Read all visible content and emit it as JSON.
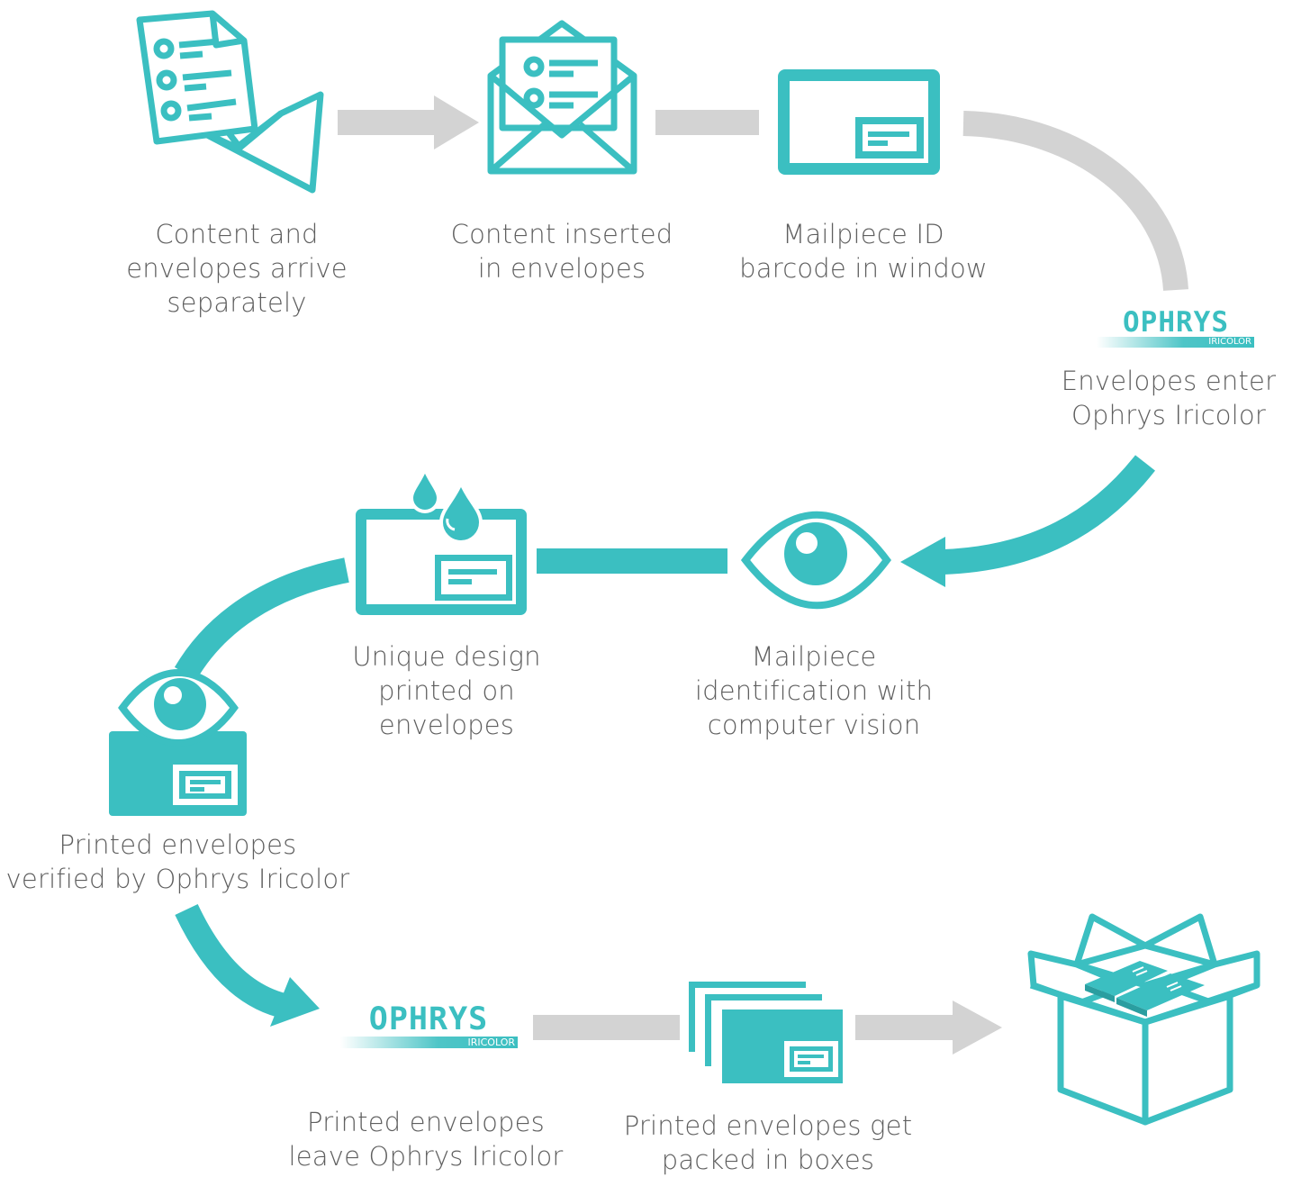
{
  "colors": {
    "teal": "#3bbfc1",
    "gray": "#d3d3d3",
    "text": "#5f5f5f"
  },
  "logo": {
    "word": "OPHRYS",
    "sub": "IRICOLOR"
  },
  "steps": [
    {
      "id": "arrive",
      "icon": "documents-and-envelope-icon",
      "lines": [
        "Content and",
        "envelopes arrive",
        "separately"
      ]
    },
    {
      "id": "inserted",
      "icon": "open-envelope-with-letter-icon",
      "lines": [
        "Content inserted",
        "in envelopes"
      ]
    },
    {
      "id": "barcode",
      "icon": "window-envelope-icon",
      "lines": [
        "Mailpiece ID",
        "barcode in window"
      ]
    },
    {
      "id": "enter",
      "icon": "ophrys-iricolor-logo",
      "lines": [
        "Envelopes enter",
        "Ophrys Iricolor"
      ]
    },
    {
      "id": "vision",
      "icon": "eye-icon",
      "lines": [
        "Mailpiece",
        "identification with",
        "computer vision"
      ]
    },
    {
      "id": "design",
      "icon": "ink-drops-envelope-icon",
      "lines": [
        "Unique design",
        "printed on",
        "envelopes"
      ]
    },
    {
      "id": "verified",
      "icon": "eye-over-envelope-icon",
      "lines": [
        "Printed envelopes",
        "verified by Ophrys Iricolor"
      ]
    },
    {
      "id": "leave",
      "icon": "ophrys-iricolor-logo",
      "lines": [
        "Printed envelopes",
        "leave Ophrys Iricolor"
      ]
    },
    {
      "id": "packed",
      "icon": "stacked-envelopes-icon",
      "lines": [
        "Printed envelopes get",
        "packed in boxes"
      ]
    },
    {
      "id": "box",
      "icon": "open-box-icon",
      "lines": []
    }
  ]
}
